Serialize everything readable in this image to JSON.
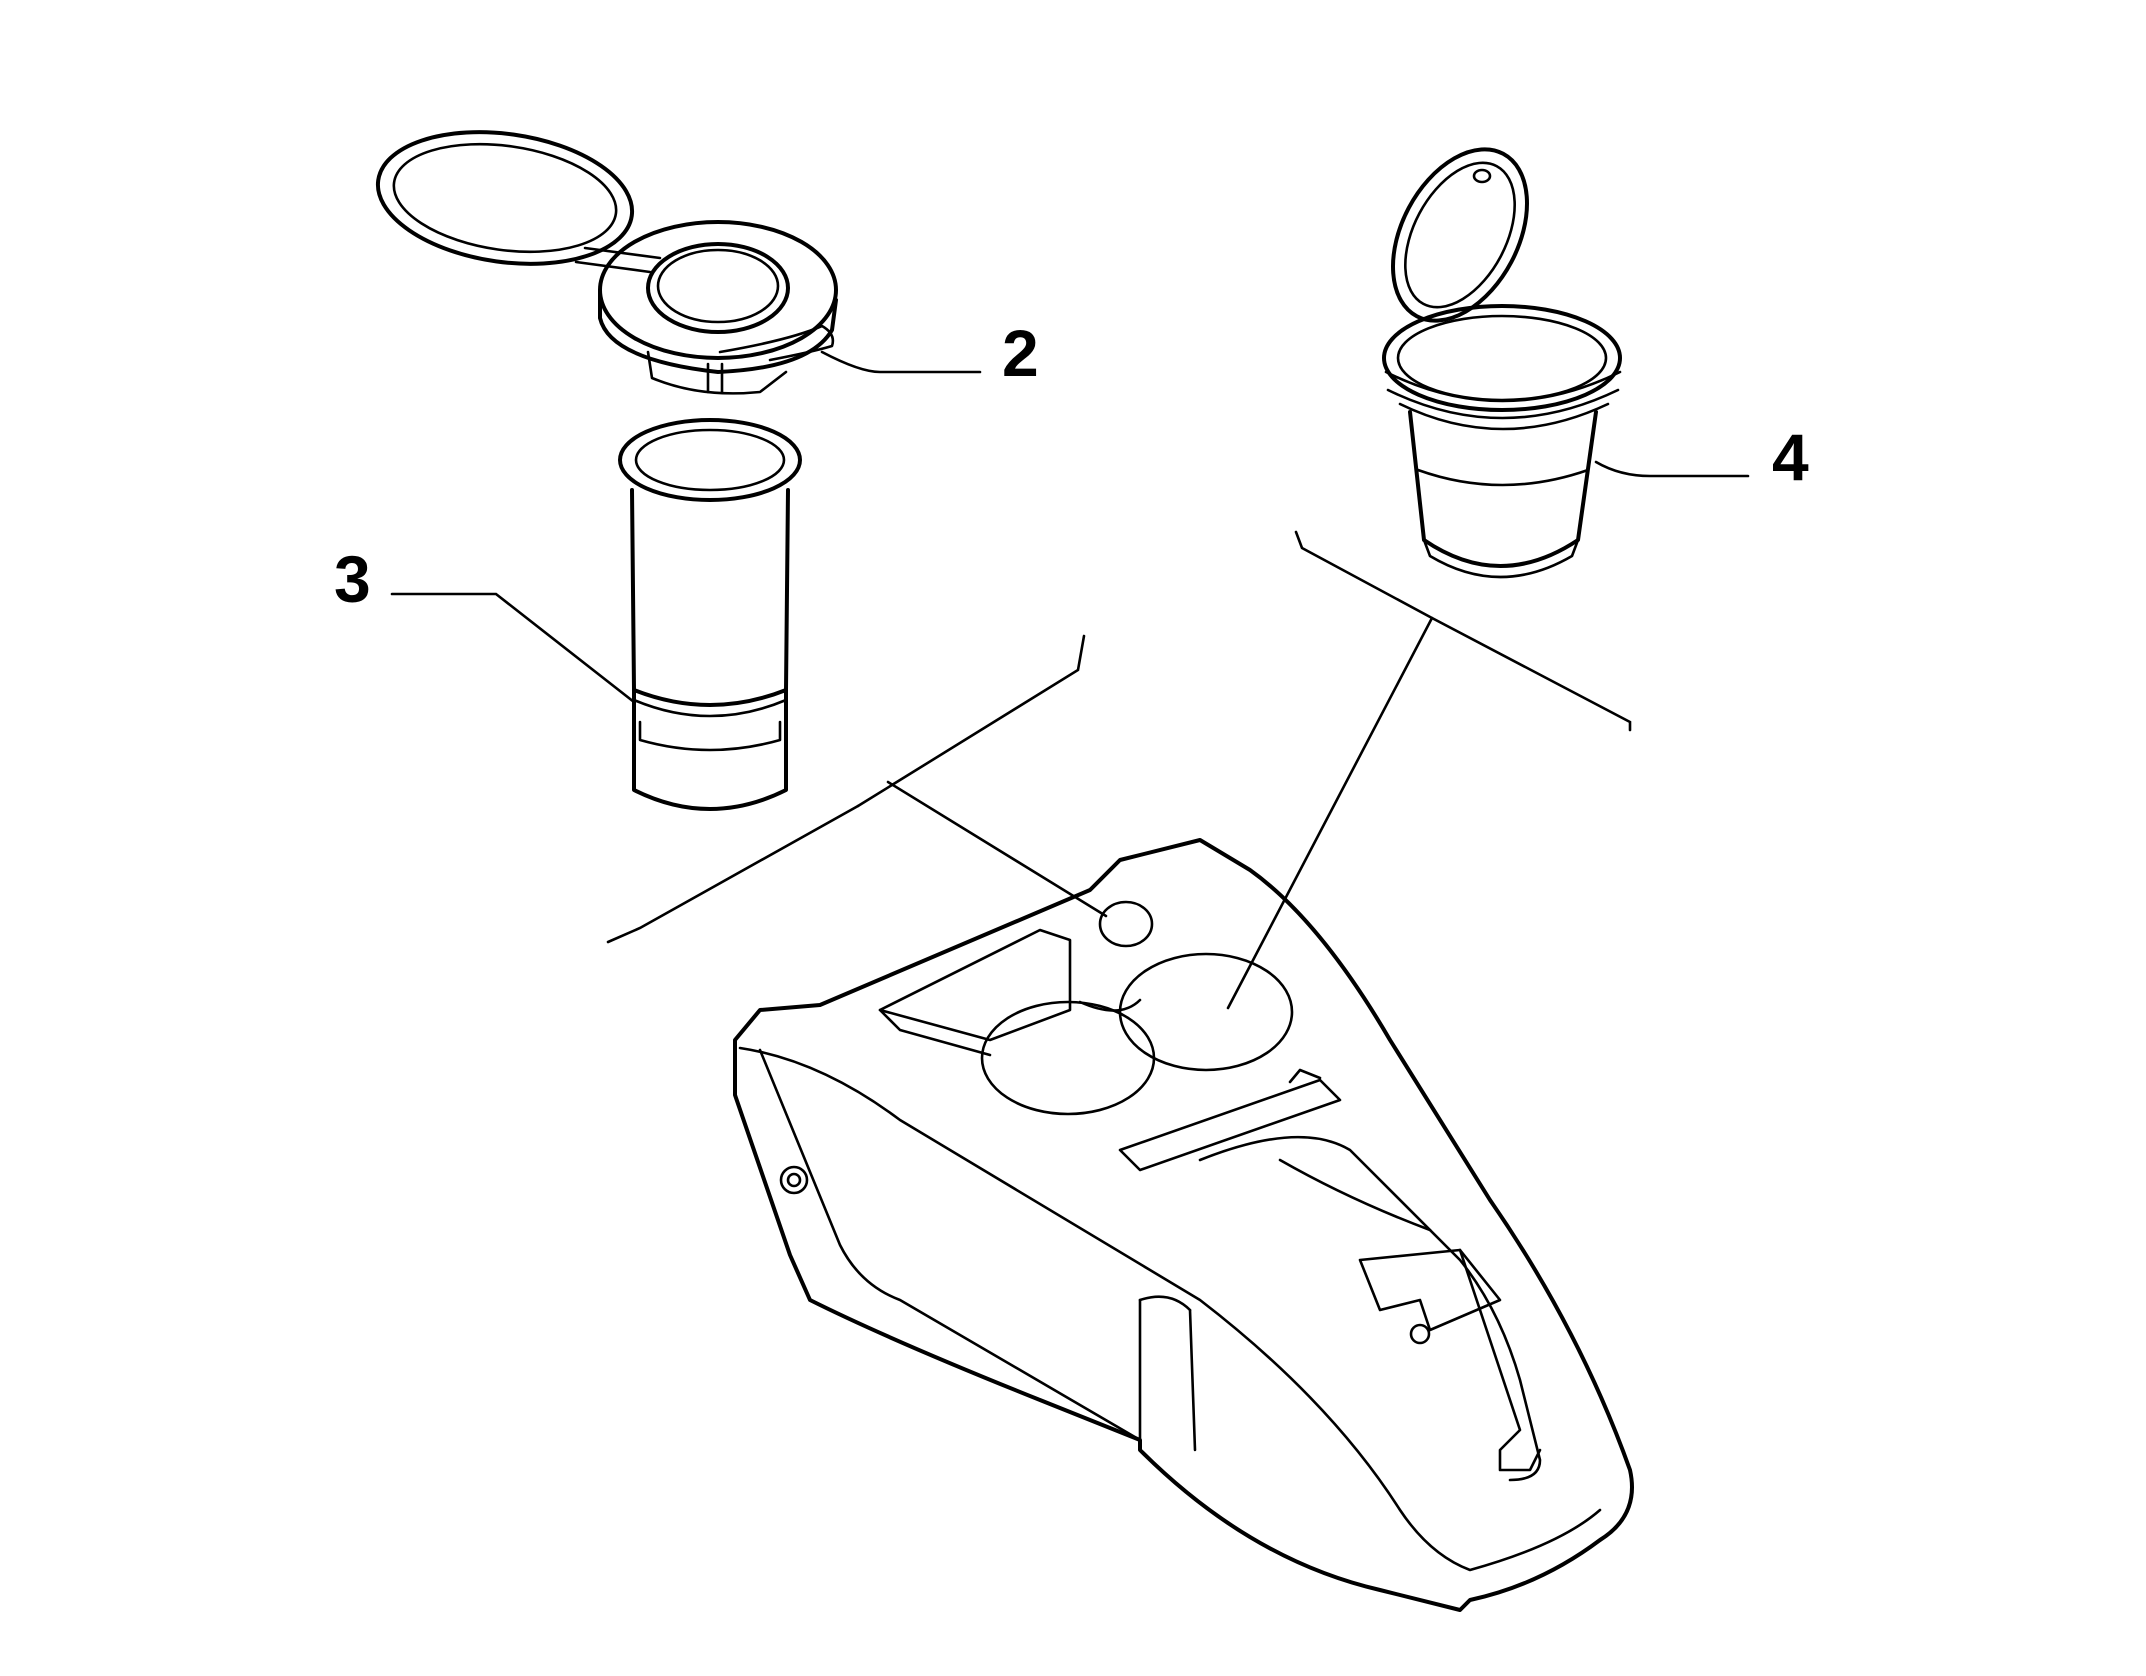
{
  "callouts": {
    "part_2": "2",
    "part_3": "3",
    "part_4": "4"
  },
  "colors": {
    "line": "#000000",
    "background": "#ffffff"
  }
}
